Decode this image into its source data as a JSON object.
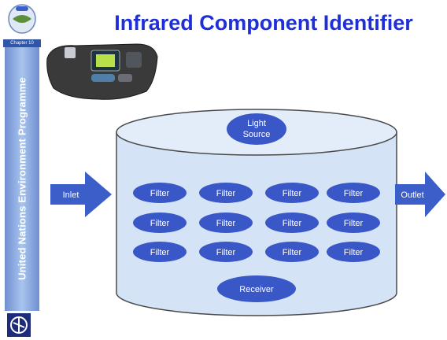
{
  "title": "Infrared Component Identifier",
  "sidebar": {
    "organization": "United Nations Environment Programme",
    "chapter": "Chapter 10"
  },
  "diagram": {
    "light_source": [
      "Light",
      "Source"
    ],
    "inlet": "Inlet",
    "outlet": "Outlet",
    "filters": [
      "Filter",
      "Filter",
      "Filter",
      "Filter",
      "Filter",
      "Filter",
      "Filter",
      "Filter",
      "Filter",
      "Filter",
      "Filter",
      "Filter"
    ],
    "receiver": "Receiver"
  },
  "colors": {
    "title": "#1f2fd6",
    "arrow": "#3b5ec9",
    "ellipse_fill": "#3a57c8",
    "cylinder_fill": "#d5e3f7",
    "cylinder_stroke": "#4a4a4a"
  }
}
